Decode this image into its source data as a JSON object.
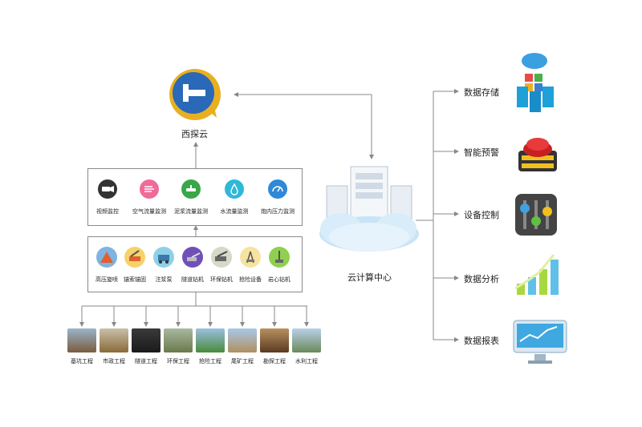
{
  "xitan_cloud": {
    "label": "西探云"
  },
  "monitoring": {
    "items": [
      {
        "label": "视频监控",
        "icon": "camera-icon",
        "color": "#333333"
      },
      {
        "label": "空气流量监测",
        "icon": "airflow-icon",
        "color": "#f06a9a"
      },
      {
        "label": "泥浆流量监测",
        "icon": "slurry-flow-icon",
        "color": "#3aa64a"
      },
      {
        "label": "水流量监测",
        "icon": "water-drop-icon",
        "color": "#2fb8d8"
      },
      {
        "label": "炮内压力监测",
        "icon": "pressure-gauge-icon",
        "color": "#2f88d8"
      }
    ]
  },
  "equipment": {
    "items": [
      {
        "label": "高压旋喷",
        "color": "#e06030"
      },
      {
        "label": "锚索锚固",
        "color": "#e06030"
      },
      {
        "label": "注浆泵",
        "color": "#3aa0d0"
      },
      {
        "label": "隧道钻机",
        "color": "#7050b8"
      },
      {
        "label": "环保钻机",
        "color": "#888888"
      },
      {
        "label": "抢险设备",
        "color": "#f0c040"
      },
      {
        "label": "岩心钻机",
        "color": "#80c040"
      }
    ]
  },
  "projects": {
    "items": [
      {
        "label": "基坑工程"
      },
      {
        "label": "市政工程"
      },
      {
        "label": "隧道工程"
      },
      {
        "label": "环保工程"
      },
      {
        "label": "抢险工程"
      },
      {
        "label": "尾矿工程"
      },
      {
        "label": "勘探工程"
      },
      {
        "label": "水利工程"
      }
    ]
  },
  "cloud_center": {
    "label": "云计算中心"
  },
  "services": {
    "items": [
      {
        "label": "数据存储",
        "icon": "data-storage-icon"
      },
      {
        "label": "智能预警",
        "icon": "alarm-button-icon"
      },
      {
        "label": "设备控制",
        "icon": "control-panel-icon"
      },
      {
        "label": "数据分析",
        "icon": "bar-chart-icon"
      },
      {
        "label": "数据报表",
        "icon": "report-monitor-icon"
      }
    ]
  },
  "colors": {
    "line": "#888888",
    "logo_blue": "#1e5aa8",
    "logo_gold": "#e8b020"
  }
}
